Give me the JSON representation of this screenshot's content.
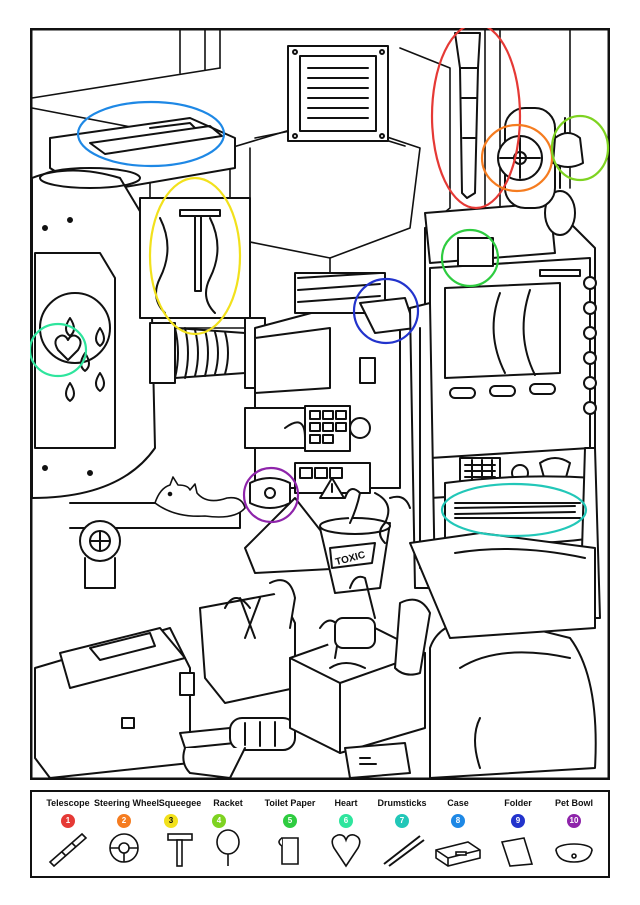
{
  "legend": {
    "items": [
      {
        "label": "Telescope",
        "number": "1",
        "color": "#e53935",
        "icon": "telescope-icon"
      },
      {
        "label": "Steering Wheel",
        "number": "2",
        "color": "#f57c20",
        "icon": "steering-wheel-icon"
      },
      {
        "label": "Squeegee",
        "number": "3",
        "color": "#f2e11c",
        "icon": "squeegee-icon"
      },
      {
        "label": "Racket",
        "number": "4",
        "color": "#7ed321",
        "icon": "racket-icon"
      },
      {
        "label": "Toilet Paper",
        "number": "5",
        "color": "#2ecc40",
        "icon": "toilet-paper-icon"
      },
      {
        "label": "Heart",
        "number": "6",
        "color": "#2ee59d",
        "icon": "heart-icon"
      },
      {
        "label": "Drumsticks",
        "number": "7",
        "color": "#22c7b8",
        "icon": "drumsticks-icon"
      },
      {
        "label": "Case",
        "number": "8",
        "color": "#1e88e5",
        "icon": "case-icon"
      },
      {
        "label": "Folder",
        "number": "9",
        "color": "#2233cc",
        "icon": "folder-icon"
      },
      {
        "label": "Pet Bowl",
        "number": "10",
        "color": "#8e24aa",
        "icon": "pet-bowl-icon"
      }
    ]
  },
  "scene": {
    "sign_text": "TOXIC"
  },
  "found_markers": [
    {
      "item": "Telescope",
      "color": "#e53935"
    },
    {
      "item": "Steering Wheel",
      "color": "#f57c20"
    },
    {
      "item": "Squeegee",
      "color": "#f2e11c"
    },
    {
      "item": "Racket",
      "color": "#7ed321"
    },
    {
      "item": "Toilet Paper",
      "color": "#2ecc40"
    },
    {
      "item": "Heart",
      "color": "#2ee59d"
    },
    {
      "item": "Drumsticks",
      "color": "#22c7b8"
    },
    {
      "item": "Case",
      "color": "#1e88e5"
    },
    {
      "item": "Folder",
      "color": "#2233cc"
    },
    {
      "item": "Pet Bowl",
      "color": "#8e24aa"
    }
  ]
}
